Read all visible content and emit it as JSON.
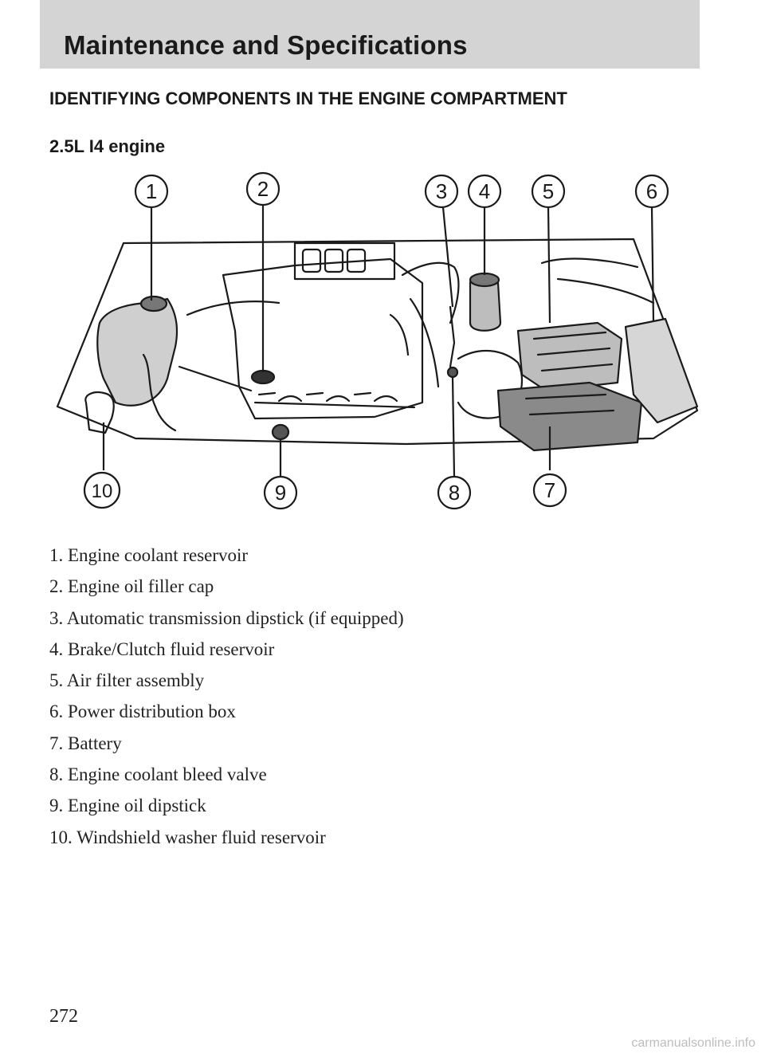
{
  "header": {
    "title": "Maintenance and Specifications"
  },
  "section": {
    "heading": "IDENTIFYING COMPONENTS IN THE ENGINE COMPARTMENT",
    "subheading": "2.5L I4 engine"
  },
  "diagram": {
    "callouts": [
      "1",
      "2",
      "3",
      "4",
      "5",
      "6",
      "7",
      "8",
      "9",
      "10"
    ]
  },
  "components": [
    "1. Engine coolant reservoir",
    "2. Engine oil filler cap",
    "3. Automatic transmission dipstick (if equipped)",
    "4. Brake/Clutch fluid reservoir",
    "5. Air filter assembly",
    "6. Power distribution box",
    "7. Battery",
    "8. Engine coolant bleed valve",
    "9. Engine oil dipstick",
    "10. Windshield washer fluid reservoir"
  ],
  "page": {
    "number": "272"
  },
  "watermark": {
    "text": "carmanualsonline.info"
  }
}
